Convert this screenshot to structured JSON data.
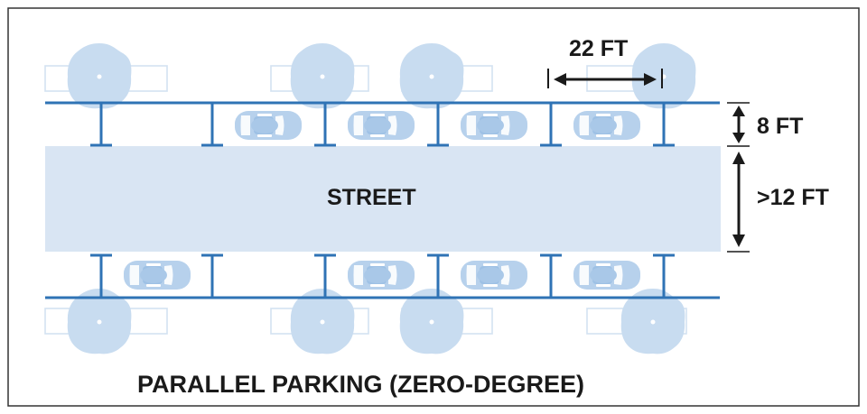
{
  "title": "PARALLEL PARKING (ZERO-DEGREE)",
  "street": {
    "label": "STREET"
  },
  "dimensions": {
    "space_length": "22 FT",
    "lane_width": "8 FT",
    "street_width": ">12 FT"
  },
  "diagram": {
    "top_row_occupied_stalls": [
      2,
      3,
      4,
      5
    ],
    "bottom_row_occupied_stalls": [
      1,
      3,
      4,
      5
    ],
    "stall_count_per_row": 5
  },
  "colors": {
    "street_fill": "#d9e5f3",
    "curb_line": "#2f73b5",
    "tree_fill": "#c8dcf0",
    "car_fill": "#b7d1ec",
    "frame_border": "#333333",
    "text": "#1a1a1a"
  },
  "icons": [
    "car-icon",
    "tree-icon",
    "dimension-arrow-icon"
  ]
}
